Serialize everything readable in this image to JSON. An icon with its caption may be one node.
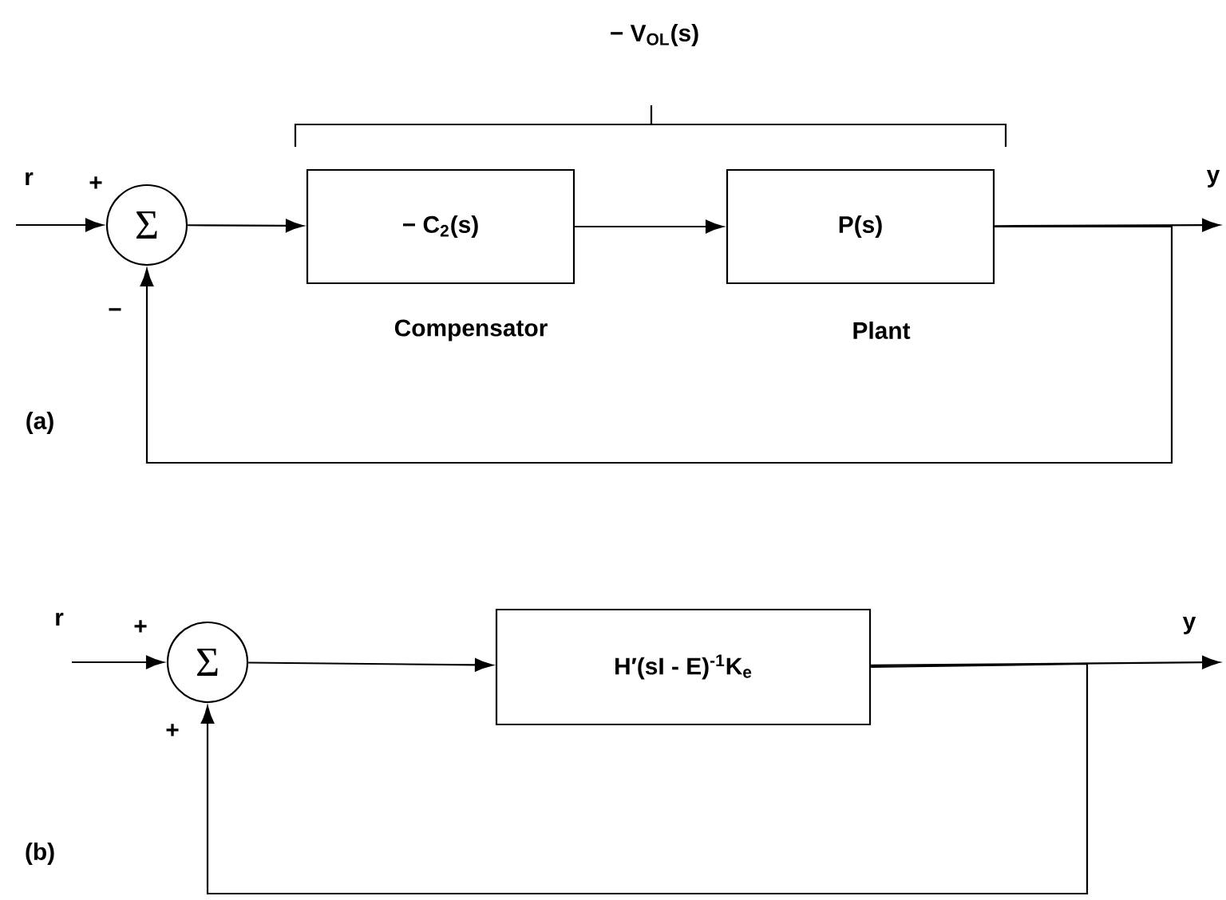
{
  "diagram": {
    "nodes": [
      {
        "text": [
          "Σ"
        ]
      },
      {
        "text": [
          "− C$_{2}$(s)"
        ],
        "beside": [
          "Compensator"
        ]
      },
      {
        "text": [
          "P(s)"
        ],
        "beside": [
          "Plant"
        ]
      },
      {
        "text": [
          "Σ"
        ]
      },
      {
        "text": [
          "H′(sI - E)$^{-1}$K$_{e}$"
        ]
      }
    ],
    "edges": [
      {
        "from": null,
        "to": 0,
        "arrow": "to",
        "label": "r"
      },
      {
        "from": 0,
        "to": 1,
        "arrow": "to"
      },
      {
        "from": 1,
        "to": 2,
        "arrow": "to"
      },
      {
        "from": 2,
        "to": null,
        "arrow": "to",
        "label": "y"
      },
      {
        "from": 2,
        "to": 0,
        "arrow": "to"
      },
      {
        "from": null,
        "to": 3,
        "arrow": "to",
        "label": "r"
      },
      {
        "from": 3,
        "to": 4,
        "arrow": "to"
      },
      {
        "from": 4,
        "to": null,
        "arrow": "to",
        "label": "y"
      },
      {
        "from": 4,
        "to": 3,
        "arrow": "to"
      }
    ],
    "labels": [
      "− V$_{OL}$(s)",
      "+",
      "−",
      "(a)",
      "+",
      "+",
      "(b)"
    ]
  }
}
